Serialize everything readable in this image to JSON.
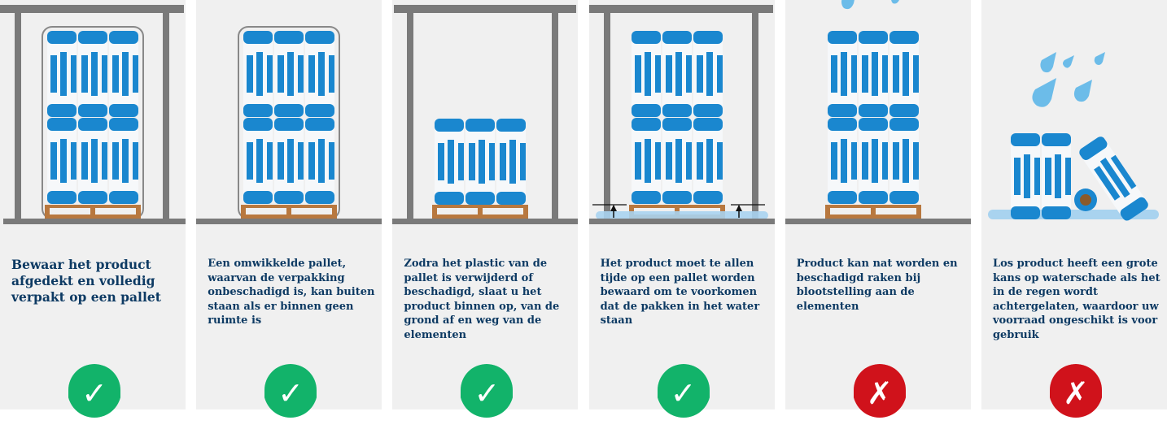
{
  "colors": {
    "panel_bg": "#f0f0f0",
    "structure": "#7a7a7a",
    "barrel_blue": "#1a87cf",
    "barrel_white": "#f6f8fa",
    "pallet": "#b8783f",
    "water": "#a9d3ef",
    "ok": "#12b36a",
    "bad": "#d0121b"
  },
  "panels": [
    {
      "caption": "Bewaar het product afgedekt en volledig verpakt op een pallet",
      "status": "ok",
      "status_icon": "checkmark-icon",
      "status_glyph": "✓"
    },
    {
      "caption": "Een omwikkelde pallet, waarvan de verpakking onbeschadigd is, kan buiten staan als er binnen geen ruimte is",
      "status": "ok",
      "status_icon": "checkmark-icon",
      "status_glyph": "✓"
    },
    {
      "caption": "Zodra het plastic van de pallet is verwijderd of beschadigd, slaat u het product binnen op, van de grond af en weg van de elementen",
      "status": "ok",
      "status_icon": "checkmark-icon",
      "status_glyph": "✓"
    },
    {
      "caption": "Het product moet te allen tijde op een pallet worden bewaard om te voorkomen dat de pakken in het water staan",
      "status": "ok",
      "status_icon": "checkmark-icon",
      "status_glyph": "✓"
    },
    {
      "caption": "Product kan nat worden en beschadigd raken bij blootstelling aan de elementen",
      "status": "bad",
      "status_icon": "cross-icon",
      "status_glyph": "✗"
    },
    {
      "caption": "Los product heeft een grote kans op waterschade als het in de regen wordt achtergelaten, waardoor uw voorraad ongeschikt is voor gebruik",
      "status": "bad",
      "status_icon": "cross-icon",
      "status_glyph": "✗"
    }
  ]
}
